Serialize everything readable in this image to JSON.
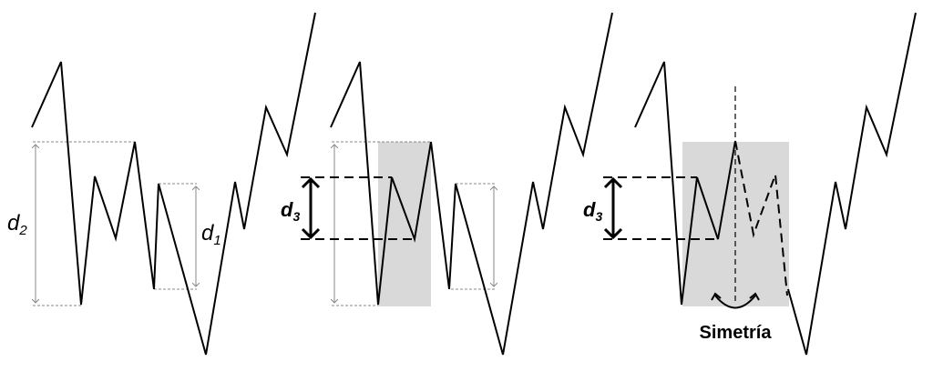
{
  "labels": {
    "d2": "d",
    "d2_sub": "2",
    "d1": "d",
    "d1_sub": "1",
    "d3": "d",
    "d3_sub": "3",
    "symmetry": "Simetría"
  },
  "colors": {
    "line": "#000000",
    "guide": "#888888",
    "shade": "#d9d9d9"
  }
}
